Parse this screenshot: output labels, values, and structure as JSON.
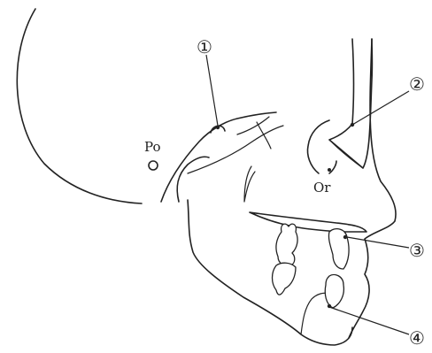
{
  "figure": {
    "landmarks": [
      {
        "id": "po",
        "label": "Po"
      },
      {
        "id": "or",
        "label": "Or"
      }
    ],
    "callouts": [
      {
        "id": "c1",
        "label": "①"
      },
      {
        "id": "c2",
        "label": "②"
      },
      {
        "id": "c3",
        "label": "③"
      },
      {
        "id": "c4",
        "label": "④"
      }
    ]
  }
}
